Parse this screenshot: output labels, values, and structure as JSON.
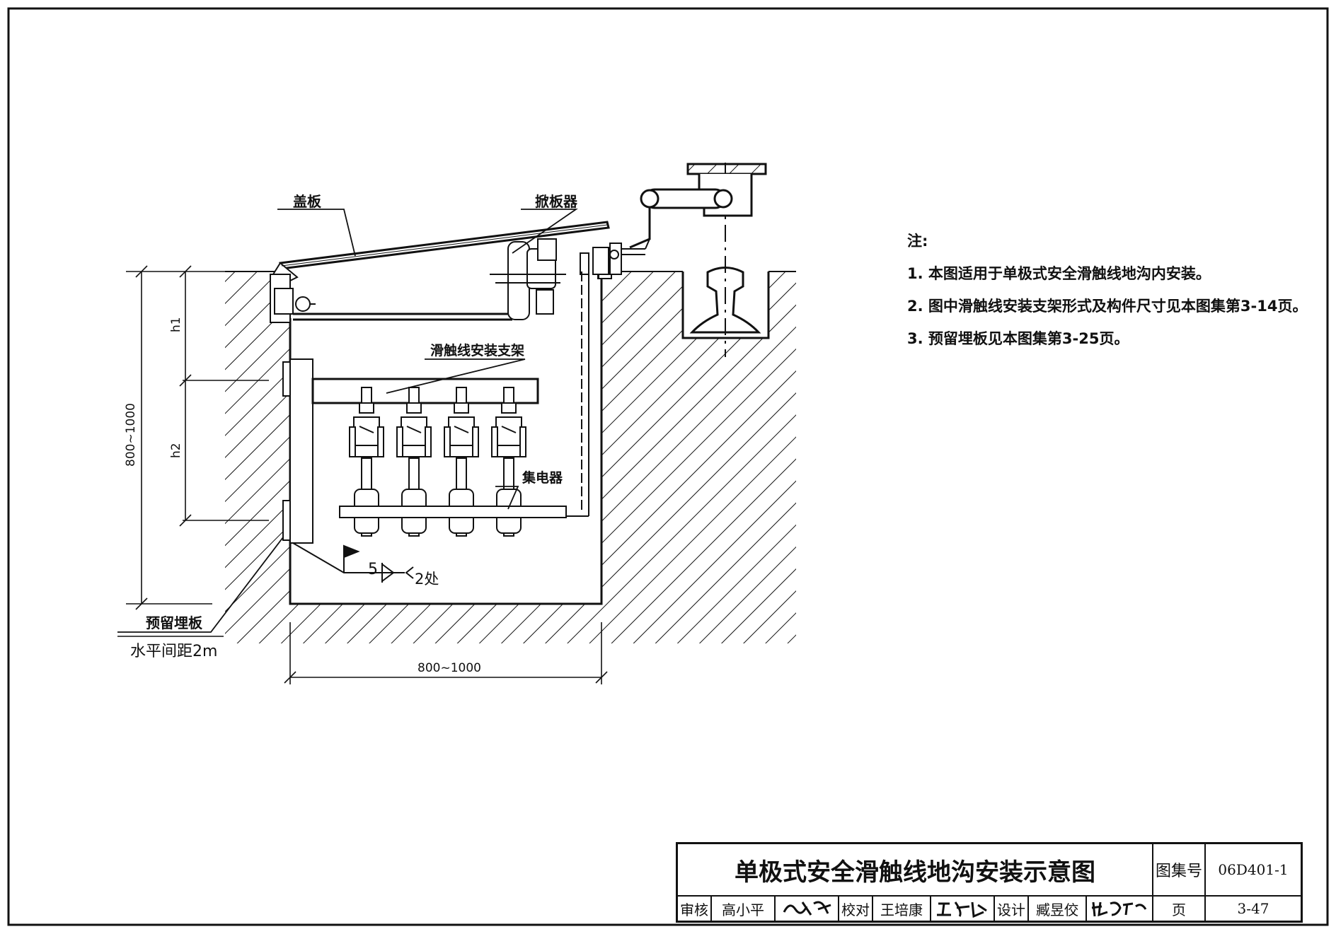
{
  "labels": {
    "cover_plate": "盖板",
    "plate_lifter": "掀板器",
    "bracket": "滑触线安装支架",
    "collector": "集电器",
    "embedded_plate": "预留埋板",
    "spacing": "水平间距2m",
    "h1": "h1",
    "h2": "h2",
    "depth_dim": "800~1000",
    "width_dim": "800~1000",
    "weld_size": "5",
    "weld_count": "2处"
  },
  "notes": {
    "heading": "注:",
    "items": [
      "1. 本图适用于单极式安全滑触线地沟内安装。",
      "2. 图中滑触线安装支架形式及构件尺寸见本图集第3-14页。",
      "3. 预留埋板见本图集第3-25页。"
    ]
  },
  "title_block": {
    "title": "单极式安全滑触线地沟安装示意图",
    "atlas_label": "图集号",
    "atlas_no": "06D401-1",
    "review_label": "审核",
    "reviewer": "高小平",
    "check_label": "校对",
    "checker": "王培康",
    "design_label": "设计",
    "designer": "臧昱佼",
    "page_label": "页",
    "page_no": "3-47"
  }
}
